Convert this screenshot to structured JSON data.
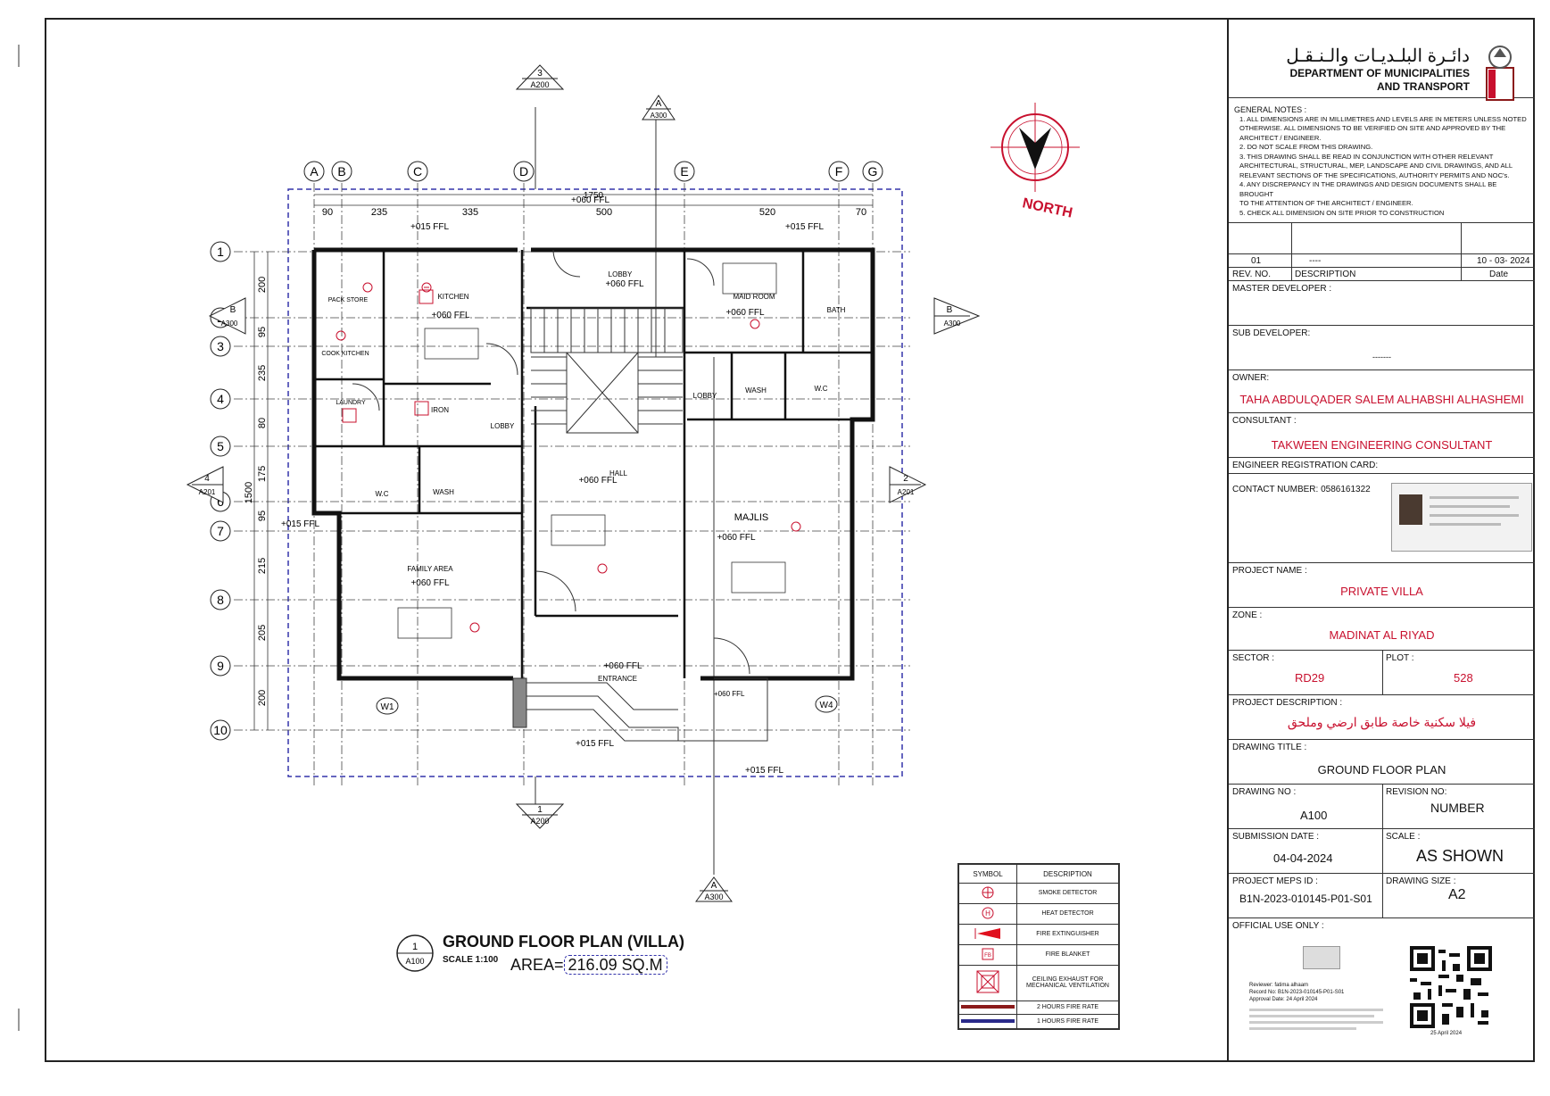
{
  "title_block": {
    "arabic_name": "دائـرة البلـديـات والـنـقـل",
    "dept_line1": "DEPARTMENT OF MUNICIPALITIES",
    "dept_line2": "AND TRANSPORT",
    "general_notes_title": "GENERAL NOTES :",
    "general_notes": [
      "1. ALL DIMENSIONS ARE IN MILLIMETRES AND LEVELS ARE IN METERS UNLESS NOTED",
      "OTHERWISE. ALL DIMENSIONS TO BE VERIFIED ON SITE AND APPROVED BY THE",
      "ARCHITECT / ENGINEER.",
      "2. DO NOT SCALE FROM THIS DRAWING.",
      "3. THIS DRAWING SHALL BE READ IN CONJUNCTION WITH OTHER RELEVANT",
      "ARCHITECTURAL, STRUCTURAL, MEP, LANDSCAPE AND CIVIL DRAWINGS, AND ALL",
      "RELEVANT SECTIONS OF THE SPECIFICATIONS, AUTHORITY PERMITS AND NOC's.",
      "4. ANY DISCREPANCY IN THE DRAWINGS AND DESIGN DOCUMENTS SHALL BE BROUGHT",
      "TO THE ATTENTION OF THE ARCHITECT / ENGINEER.",
      "5. CHECK ALL DIMENSION ON SITE PRIOR TO CONSTRUCTION"
    ],
    "rev_no": "01",
    "rev_desc": "----",
    "rev_date": "10 - 03- 2024",
    "rev_no_label": "REV. NO.",
    "description_label": "DESCRIPTION",
    "date_label": "Date",
    "master_developer_label": "MASTER DEVELOPER :",
    "sub_developer_label": "SUB DEVELOPER:",
    "sub_developer_value": "-------",
    "owner_label": "OWNER:",
    "owner_value": "TAHA ABDULQADER SALEM ALHABSHI ALHASHEMI",
    "consultant_label": "CONSULTANT :",
    "consultant_value": "TAKWEEN ENGINEERING CONSULTANT",
    "engineer_card_label": "ENGINEER REGISTRATION CARD:",
    "contact_label": "CONTACT NUMBER: 0586161322",
    "project_name_label": "PROJECT NAME :",
    "project_name_value": "PRIVATE VILLA",
    "zone_label": "ZONE :",
    "zone_value": "MADINAT AL RIYAD",
    "sector_label": "SECTOR :",
    "sector_value": "RD29",
    "plot_label": "PLOT :",
    "plot_value": "528",
    "project_desc_label": "PROJECT DESCRIPTION :",
    "project_desc_value": "فيلا سكنية خاصة طابق ارضي وملحق",
    "drawing_title_label": "DRAWING TITLE :",
    "drawing_title_value": "GROUND FLOOR PLAN",
    "drawing_no_label": "DRAWING NO :",
    "drawing_no_value": "A100",
    "revision_no_label": "REVISION NO:",
    "revision_no_value": "NUMBER",
    "submission_date_label": "SUBMISSION DATE :",
    "submission_date_value": "04-04-2024",
    "scale_label": "SCALE :",
    "scale_value": "AS SHOWN",
    "meps_label": "PROJECT MEPS ID :",
    "meps_value": "B1N-2023-010145-P01-S01",
    "drawing_size_label": "DRAWING SIZE :",
    "drawing_size_value": "A2",
    "official_label": "OFFICIAL USE ONLY :",
    "stamp_reviewer": "Reviewer:  fatima alhaam",
    "stamp_record": "Record No: B1N-2023-010145-P01-S01",
    "stamp_date": "Approval Date:  24 April 2024",
    "qr_date": "25 April 2024"
  },
  "plan": {
    "north": "NORTH",
    "grid_letters": [
      "A",
      "B",
      "C",
      "D",
      "E",
      "F",
      "G"
    ],
    "grid_numbers": [
      "1",
      "2",
      "3",
      "4",
      "5",
      "6",
      "7",
      "8",
      "9",
      "10"
    ],
    "top_dims": [
      "90",
      "235",
      "335",
      "500",
      "520",
      "70"
    ],
    "overall_dim": "1750",
    "left_dims": [
      "200",
      "95",
      "235",
      "80",
      "175",
      "95",
      "215",
      "205",
      "200"
    ],
    "left_overall": "1500",
    "levels": [
      "+015 FFL",
      "+060 FFL",
      "+015 FFL",
      "+015 FFL",
      "+015 FFL",
      "+015 FFL",
      "+060 FFL"
    ],
    "rooms": {
      "lobby": "LOBBY",
      "lobby_lvl": "+060 FFL",
      "kitchen": "KITCHEN",
      "kitchen_lvl": "+060 FFL",
      "pack_store": "PACK STORE",
      "cook_kitchen": "COOK KITCHEN",
      "maid_room": "MAID ROOM",
      "maid_lvl": "+060 FFL",
      "bath": "BATH",
      "laundry": "LAUNDRY",
      "iron": "IRON",
      "lobby2": "LOBBY",
      "lobby3": "LOBBY",
      "wash1": "WASH",
      "wc1": "W.C",
      "wash2": "WASH",
      "wc2": "W.C",
      "hall": "HALL",
      "hall_lvl": "+060 FFL",
      "majlis": "MAJLIS",
      "majlis_lvl": "+060 FFL",
      "family": "FAMILY AREA",
      "family_lvl": "+060 FFL",
      "entrance": "ENTRANCE",
      "entrance_lvl": "+060 FFL"
    },
    "section_marks": {
      "top_a": "A",
      "top_a_sheet": "A300",
      "top_3": "3",
      "top_3_sheet": "A200",
      "right_b": "B",
      "right_b_sheet": "A300",
      "left_b": "B",
      "left_b_sheet": "A300",
      "left_4": "4",
      "left_4_sheet": "A201",
      "right_2": "2",
      "right_2_sheet": "A201",
      "bottom_1": "1",
      "bottom_1_sheet": "A200",
      "bottom_a": "A",
      "bottom_a_sheet": "A300"
    },
    "windows": [
      "W1",
      "W4"
    ],
    "plan_title": "GROUND FLOOR PLAN (VILLA)",
    "plan_scale": "SCALE 1:100",
    "area_label": "AREA=",
    "area_value": "216.09 SQ.M",
    "view_no": "1",
    "view_sheet": "A100"
  },
  "legend": {
    "head_symbol": "SYMBOL",
    "head_desc": "DESCRIPTION",
    "items": [
      {
        "icon": "smoke-detector-icon",
        "label": "SMOKE DETECTOR"
      },
      {
        "icon": "heat-detector-icon",
        "label": "HEAT DETECTOR"
      },
      {
        "icon": "fire-extinguisher-icon",
        "label": "FIRE EXTINGUISHER"
      },
      {
        "icon": "fire-blanket-icon",
        "label": "FIRE BLANKET"
      },
      {
        "icon": "ceiling-exhaust-icon",
        "label": "CEILING EXHAUST FOR MECHANICAL VENTILATION"
      },
      {
        "icon": "fire-rate-2h-icon",
        "label": "2 HOURS FIRE RATE"
      },
      {
        "icon": "fire-rate-1h-icon",
        "label": "1 HOURS FIRE RATE"
      }
    ],
    "colors": {
      "red": "#c8102e",
      "fire2h": "#8b1a1a",
      "fire1h": "#2a2a8a"
    }
  }
}
